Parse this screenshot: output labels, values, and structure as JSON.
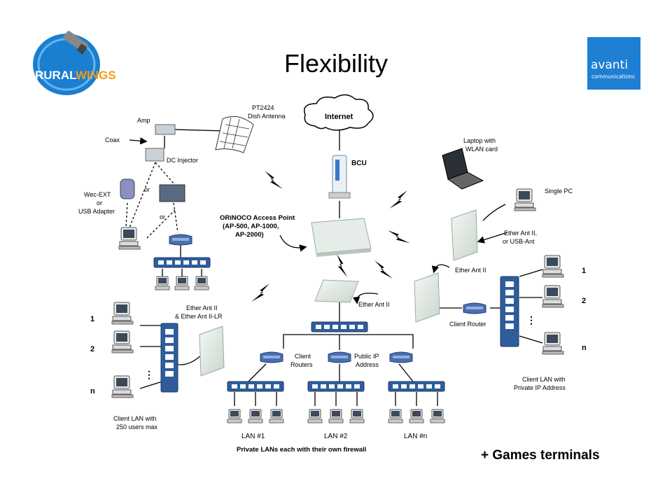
{
  "slide": {
    "title": "Flexibility",
    "footer": "+ Games terminals"
  },
  "logos": {
    "ruralwings_left": "RURAL",
    "ruralwings_right": "WINGS",
    "avanti_word": "avanti",
    "avanti_sub": "communications"
  },
  "labels": {
    "internet": "Internet",
    "bcu": "BCU",
    "amp": "Amp",
    "dish_1": "PT2424",
    "dish_2": "Dish Antenna",
    "coax": "Coax",
    "dc_injector": "DC Injector",
    "or_1": "or",
    "or_2": "or",
    "wec_1": "Wec-EXT",
    "wec_2": "or",
    "wec_3": "USB Adapter",
    "ap_1": "ORiNOCO Access Point",
    "ap_2": "(AP-500, AP-1000,",
    "ap_3": "AP-2000)",
    "laptop_1": "Laptop with",
    "laptop_2": "WLAN card",
    "single_pc": "Single PC",
    "ether_ant_usb_1": "Ether Ant II,",
    "ether_ant_usb_2": "or USB-Ant",
    "ether_ant_right": "Ether Ant II",
    "ether_ant_center": "Ether Ant II",
    "ether_ant_lr_1": "Ether Ant II",
    "ether_ant_lr_2": "& Ether Ant II-LR",
    "client_router": "Client Router",
    "client_routers_1": "Client",
    "client_routers_2": "Routers",
    "public_ip_1": "Public IP",
    "public_ip_2": "Address",
    "right_num_1": "1",
    "right_num_2": "2",
    "right_num_n": "n",
    "left_num_1": "1",
    "left_num_2": "2",
    "left_num_n": "n",
    "client_lan_right_1": "Client  LAN with",
    "client_lan_right_2": "Private IP Address",
    "client_lan_left_1": "Client  LAN with",
    "client_lan_left_2": "250 users max",
    "lan_1": "LAN #1",
    "lan_2": "LAN #2",
    "lan_n": "LAN #n",
    "private_lans": "Private LANs each with their own firewall"
  },
  "colors": {
    "switch_blue": "#2f5d9c",
    "avanti_blue": "#1f7fd3",
    "ruralwings_blue": "#1a7fd0",
    "ruralwings_orange": "#f29a1c"
  }
}
